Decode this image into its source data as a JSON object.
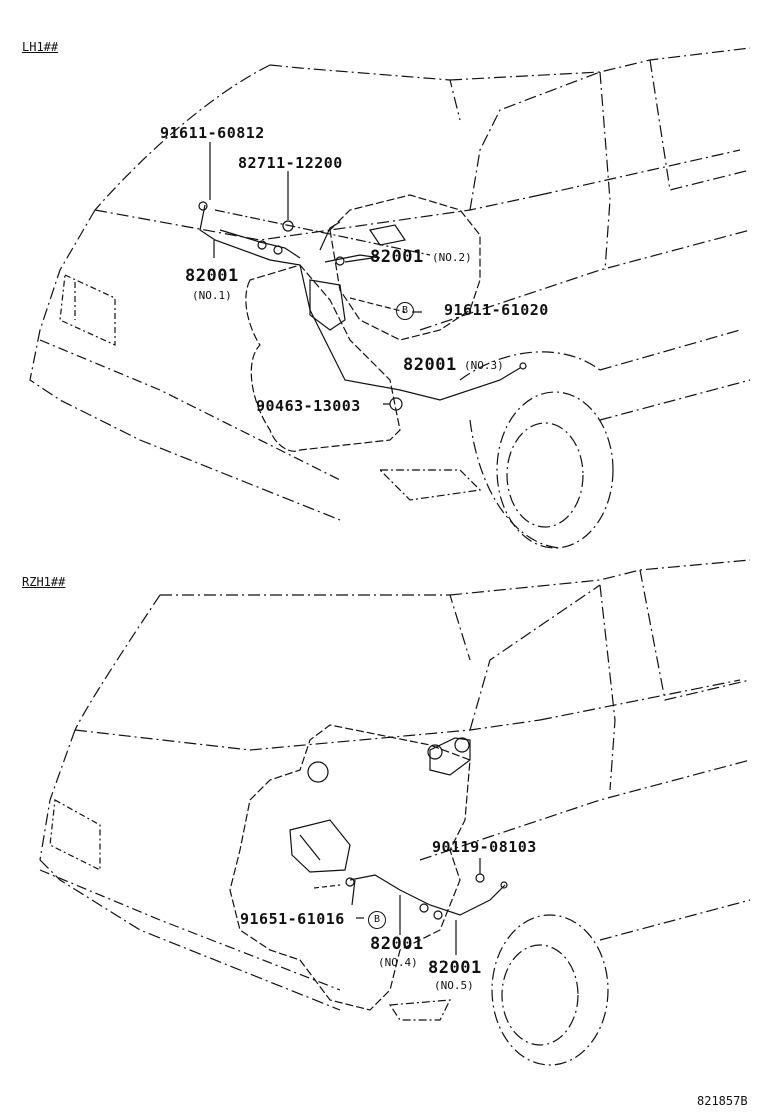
{
  "sections": [
    {
      "label": "LH1##",
      "callouts": [
        {
          "part": "91611-60812"
        },
        {
          "part": "82711-12200"
        },
        {
          "part": "82001",
          "note": "(NO.1)"
        },
        {
          "part": "82001",
          "note": "(NO.2)"
        },
        {
          "part": "91611-61020",
          "marker": "B"
        },
        {
          "part": "82001",
          "note": "(NO.3)"
        },
        {
          "part": "90463-13003"
        }
      ]
    },
    {
      "label": "RZH1##",
      "callouts": [
        {
          "part": "90119-08103"
        },
        {
          "part": "91651-61016",
          "marker": "B"
        },
        {
          "part": "82001",
          "note": "(NO.4)"
        },
        {
          "part": "82001",
          "note": "(NO.5)"
        }
      ]
    }
  ],
  "figure_id": "821857B"
}
